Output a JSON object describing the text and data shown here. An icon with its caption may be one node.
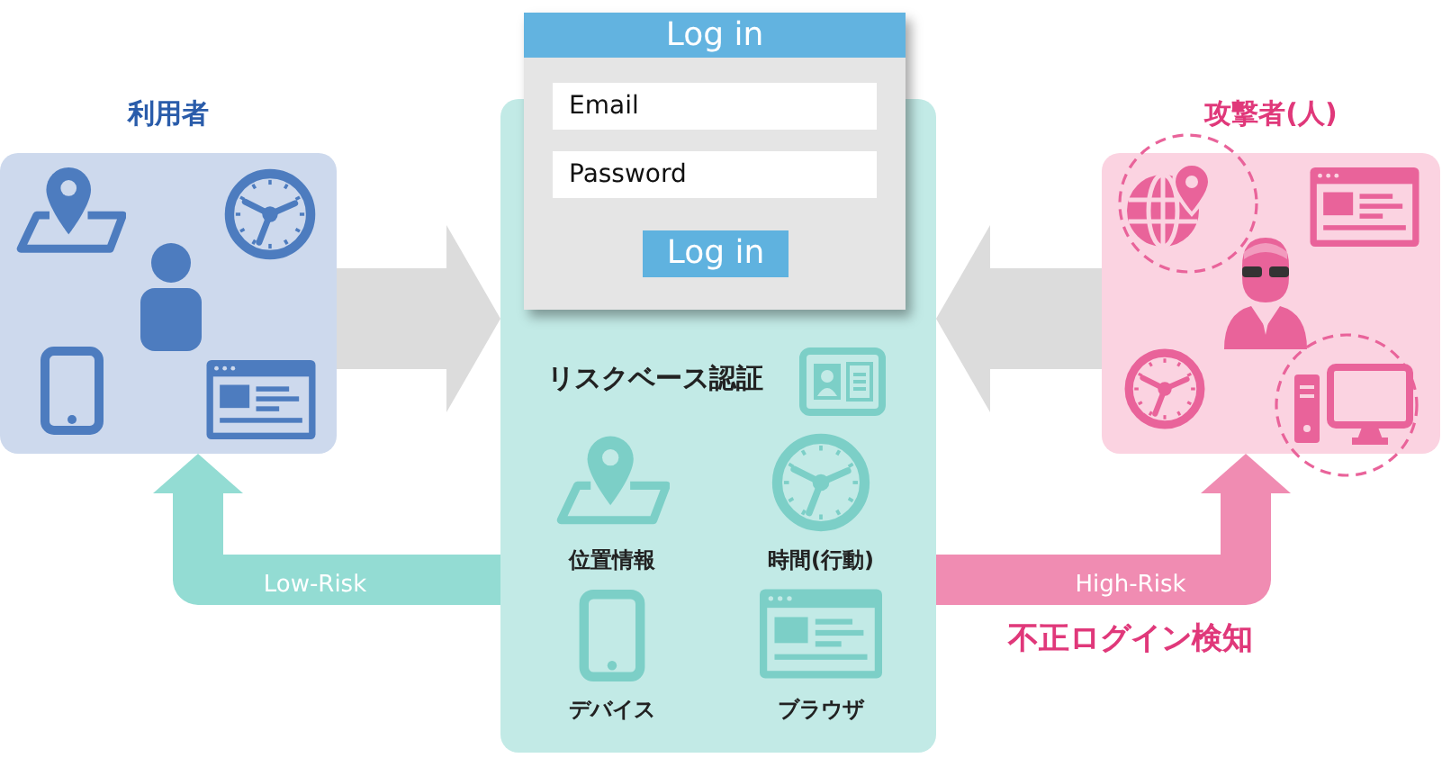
{
  "diagram": {
    "nodes": [
      {
        "text": [
          "利用者"
        ]
      },
      {
        "text": [
          "リスクベース認証"
        ]
      },
      {
        "text": [
          "Log in"
        ]
      },
      {
        "text": [
          "Email"
        ],
        "in": 2
      },
      {
        "text": [
          "Password"
        ]
      },
      {
        "text": [
          "Log in"
        ]
      },
      {
        "text": [
          "位置情報"
        ],
        "in": 1
      },
      {
        "text": [
          "時間(行動)"
        ],
        "in": 1
      },
      {
        "text": [
          "デバイス"
        ],
        "in": 1
      },
      {
        "text": [
          "ブラウザ"
        ],
        "in": 1
      },
      {
        "text": [
          "攻撃者(人)"
        ]
      }
    ],
    "edges": [
      {
        "from": 0,
        "to": 1,
        "arrow": "to",
        "style": "thick",
        "color": "#dcdcdc"
      },
      {
        "from": 10,
        "to": 1,
        "arrow": "to",
        "style": "thick",
        "color": "#dcdcdc"
      },
      {
        "from": 1,
        "to": 0,
        "arrow": "both",
        "label": "Low-Risk",
        "color": "#93dcd3"
      },
      {
        "from": 1,
        "to": 10,
        "arrow": "both",
        "label": "High-Risk",
        "color": "#f08cb2"
      }
    ],
    "labels": [
      "不正ログイン検知"
    ]
  }
}
